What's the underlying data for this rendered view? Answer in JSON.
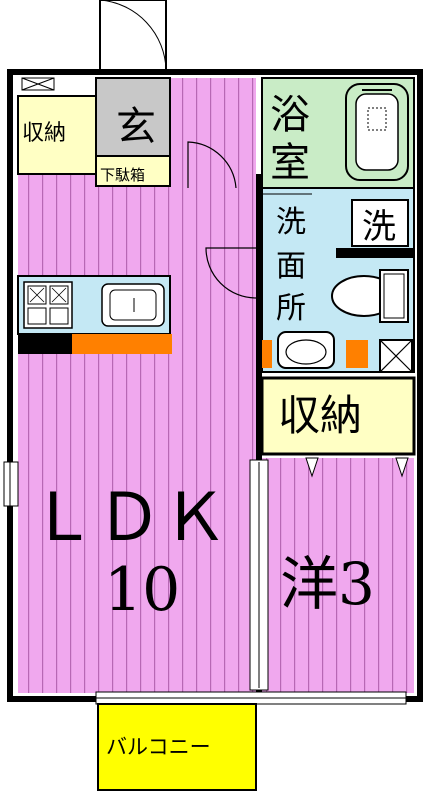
{
  "rooms": {
    "ldk_line1": "ＬＤＫ",
    "ldk_line2": "10",
    "western": "洋3",
    "bath_c1": "浴",
    "bath_c2": "室",
    "washroom_c1": "洗",
    "washroom_c2": "面",
    "washroom_c3": "所",
    "washer": "洗",
    "entrance": "玄",
    "shoe_box": "下駄箱",
    "storage_top": "収納",
    "storage_mid": "収納",
    "balcony": "バルコニー"
  },
  "colors": {
    "floor": "#f0a8ee",
    "floor_stripe": "#b768b4",
    "wet_area": "#c4e8f4",
    "bath": "#c9ecc6",
    "storage": "#ffffc4",
    "entrance": "#c8c8c8",
    "balcony": "#ffff00",
    "wall": "#000000",
    "accent": "#ff8000"
  }
}
